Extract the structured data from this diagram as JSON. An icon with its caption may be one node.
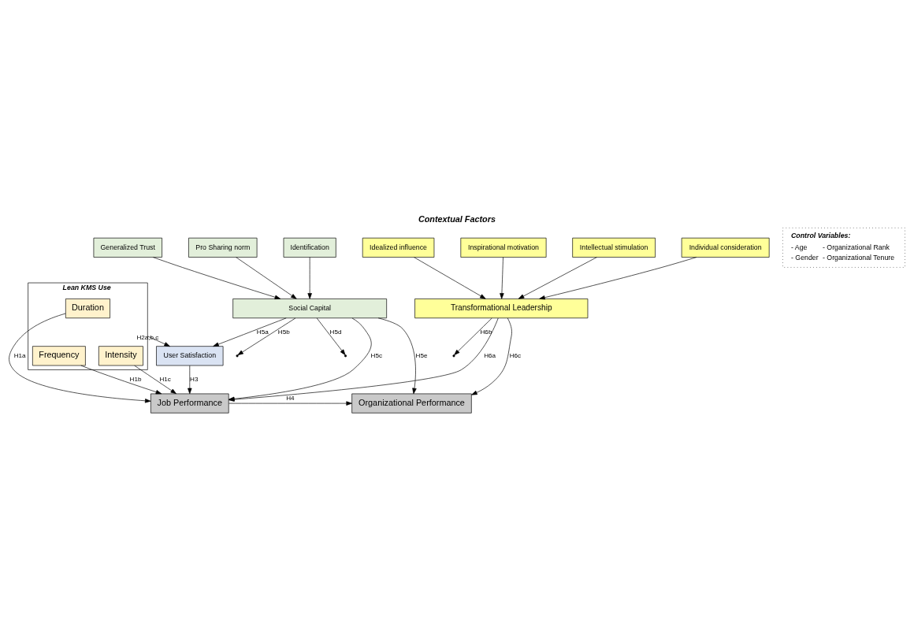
{
  "diagram": {
    "title": "Contextual Factors",
    "nodes": [
      {
        "text": [
          "Generalized Trust"
        ]
      },
      {
        "text": [
          "Pro Sharing norm"
        ]
      },
      {
        "text": [
          "Identification"
        ]
      },
      {
        "text": [
          "Idealized influence"
        ]
      },
      {
        "text": [
          "Inspirational motivation"
        ]
      },
      {
        "text": [
          "Intellectual stimulation"
        ]
      },
      {
        "text": [
          "Individual consideration"
        ]
      },
      {
        "text": [
          "Social Capital"
        ]
      },
      {
        "text": [
          "Transformational Leadership"
        ]
      },
      {
        "text": [
          "User Satisfaction"
        ]
      },
      {
        "text": [
          "Lean KMS Use"
        ]
      },
      {
        "text": [
          "Duration"
        ],
        "in": 10
      },
      {
        "text": [
          "Frequency"
        ],
        "in": 10
      },
      {
        "text": [
          "Intensity"
        ],
        "in": 10
      },
      {
        "text": [
          "Job Performance"
        ]
      },
      {
        "text": [
          "Organizational Performance"
        ]
      },
      {
        "text": [
          "Control Variables:",
          "- Age",
          "- Organizational Rank",
          "- Gender",
          "- Organizational Tenure"
        ]
      }
    ],
    "edges": [
      {
        "from": 0,
        "to": 7,
        "arrow": "to"
      },
      {
        "from": 1,
        "to": 7,
        "arrow": "to"
      },
      {
        "from": 2,
        "to": 7,
        "arrow": "to"
      },
      {
        "from": 3,
        "to": 8,
        "arrow": "to"
      },
      {
        "from": 4,
        "to": 8,
        "arrow": "to"
      },
      {
        "from": 5,
        "to": 8,
        "arrow": "to"
      },
      {
        "from": 6,
        "to": 8,
        "arrow": "to"
      },
      {
        "from": 7,
        "to": 9,
        "arrow": "to",
        "label": "H5a"
      },
      {
        "from": 7,
        "to": null,
        "arrow": "to",
        "label": "H5b"
      },
      {
        "from": 7,
        "to": 14,
        "arrow": "to",
        "label": "H5c"
      },
      {
        "from": 7,
        "to": null,
        "arrow": "to",
        "label": "H5d"
      },
      {
        "from": 7,
        "to": 15,
        "arrow": "to",
        "label": "H5e"
      },
      {
        "from": 8,
        "to": 14,
        "arrow": "to",
        "label": "H6a"
      },
      {
        "from": 8,
        "to": null,
        "arrow": "to",
        "label": "H6b"
      },
      {
        "from": 8,
        "to": 15,
        "arrow": "to",
        "label": "H6c"
      },
      {
        "from": 10,
        "to": 9,
        "arrow": "to",
        "label": "H2a,b,c"
      },
      {
        "from": 9,
        "to": 14,
        "arrow": "to",
        "label": "H3"
      },
      {
        "from": 11,
        "to": 14,
        "arrow": "to",
        "label": "H1a"
      },
      {
        "from": 12,
        "to": 14,
        "arrow": "to",
        "label": "H1b"
      },
      {
        "from": 13,
        "to": 14,
        "arrow": "to",
        "label": "H1c"
      },
      {
        "from": 14,
        "to": 15,
        "arrow": "to",
        "label": "H4"
      }
    ]
  }
}
